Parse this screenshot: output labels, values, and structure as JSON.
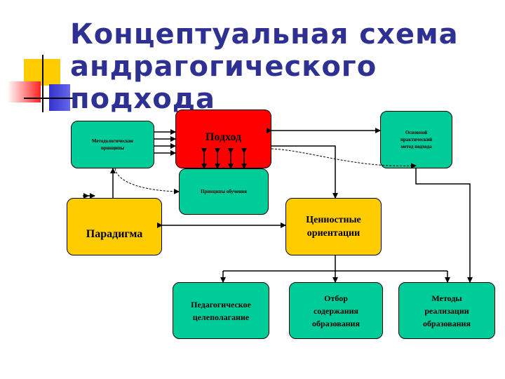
{
  "title": {
    "line1": "Концептуальная схема",
    "line2": "андрагогического",
    "line3": "подхода"
  },
  "nodes": {
    "method_principles": "Методологические принципы",
    "approach": "Подход",
    "teaching_principles": "Принципы обучения",
    "main_method": "Основной практический метод подхода",
    "paradigm": "Парадигма",
    "value_orientations": "Ценностные ориентации",
    "goal_setting": "Педагогическое целеполагание",
    "content_selection": "Отбор содержания образования",
    "implementation_methods": "Методы реализации образования"
  },
  "colors": {
    "title": "#2E3192",
    "teal": "#00CC99",
    "yellow": "#FFCC00",
    "red": "#FF0000",
    "deco_blue": "#3333CC"
  }
}
